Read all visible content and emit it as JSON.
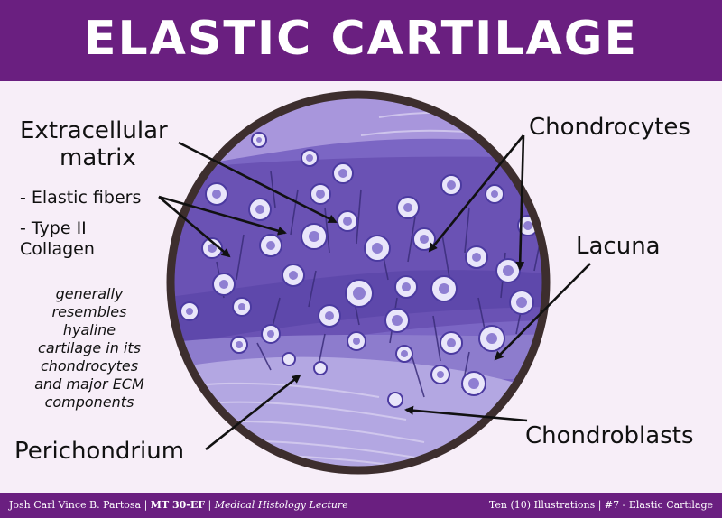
{
  "header": {
    "title": "ELASTIC CARTILAGE"
  },
  "labels": {
    "ecm_line1": "Extracellular",
    "ecm_line2": "matrix",
    "elastic_fibers": "- Elastic fibers",
    "type2_line1": "- Type II",
    "type2_line2": "Collagen",
    "chondrocytes": "Chondrocytes",
    "lacuna": "Lacuna",
    "perichondrium": "Perichondrium",
    "chondroblasts": "Chondroblasts"
  },
  "note": {
    "lines": [
      "generally",
      "resembles",
      "hyaline",
      "cartilage in its",
      "chondrocytes",
      "and major ECM",
      "components"
    ]
  },
  "footer": {
    "author": "Josh Carl Vince B. Partosa",
    "course": "MT 30-EF",
    "lecture": "Medical Histology Lecture",
    "series": "Ten (10) Illustrations",
    "item": "#7 - Elastic Cartilage"
  },
  "colors": {
    "banner": "#6a1f80",
    "background": "#f7eef8",
    "circle_border": "#3d2e2e",
    "tissue_dark": "#6a52b4",
    "tissue_light": "#b3a7e2",
    "lacuna_fill": "#e9e6fa"
  }
}
